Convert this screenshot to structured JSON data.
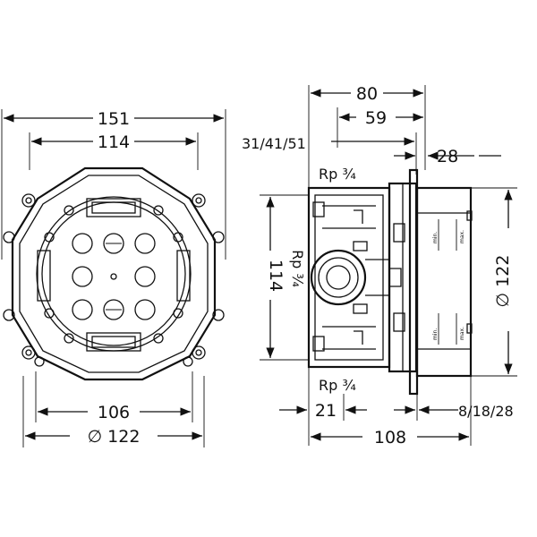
{
  "front_view": {
    "dim_151": "151",
    "dim_114": "114",
    "dim_106": "106",
    "dim_122": "∅ 122"
  },
  "side_view": {
    "dim_80": "80",
    "dim_59": "59",
    "dim_31_41_51": "31/41/51",
    "dim_28": "28",
    "thread_top": "Rp ¾",
    "thread_mid": "Rp ¾",
    "thread_bottom": "Rp ¾",
    "dim_114_vertical": "114",
    "dim_122_vertical": "∅ 122",
    "dim_21": "21",
    "dim_108": "108",
    "dim_8_18_28": "8/18/28",
    "label_min_top": "min.",
    "label_max_top": "max.",
    "label_min_bottom": "min.",
    "label_max_bottom": "max."
  },
  "colors": {
    "line": "#111111",
    "watermark": "#8bc34a"
  }
}
